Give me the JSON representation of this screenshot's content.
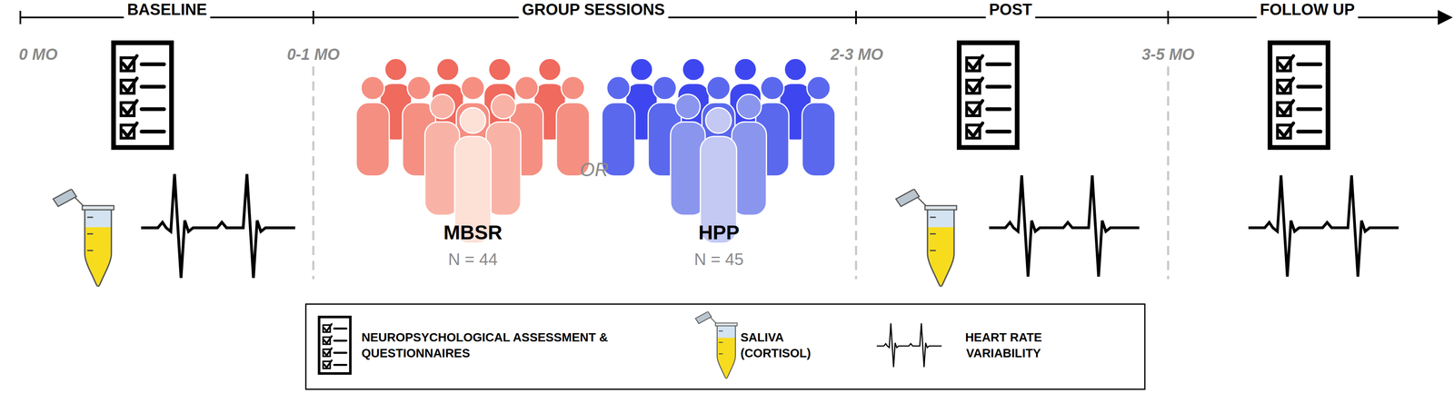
{
  "diagram": {
    "labels": [
      "BASELINE",
      "GROUP SESSIONS",
      "POST",
      "FOLLOW UP",
      "0 MO",
      "0-1 MO",
      "2-3 MO",
      "3-5 MO",
      "MBSR",
      "N = 44",
      "OR",
      "HPP",
      "N = 45"
    ],
    "legend": [
      {
        "text": "NEUROPSYCHOLOGICAL ASSESSMENT & QUESTIONNAIRES"
      },
      {
        "text": "SALIVA (CORTISOL)"
      },
      {
        "text": "HEART RATE VARIABILITY"
      }
    ]
  }
}
